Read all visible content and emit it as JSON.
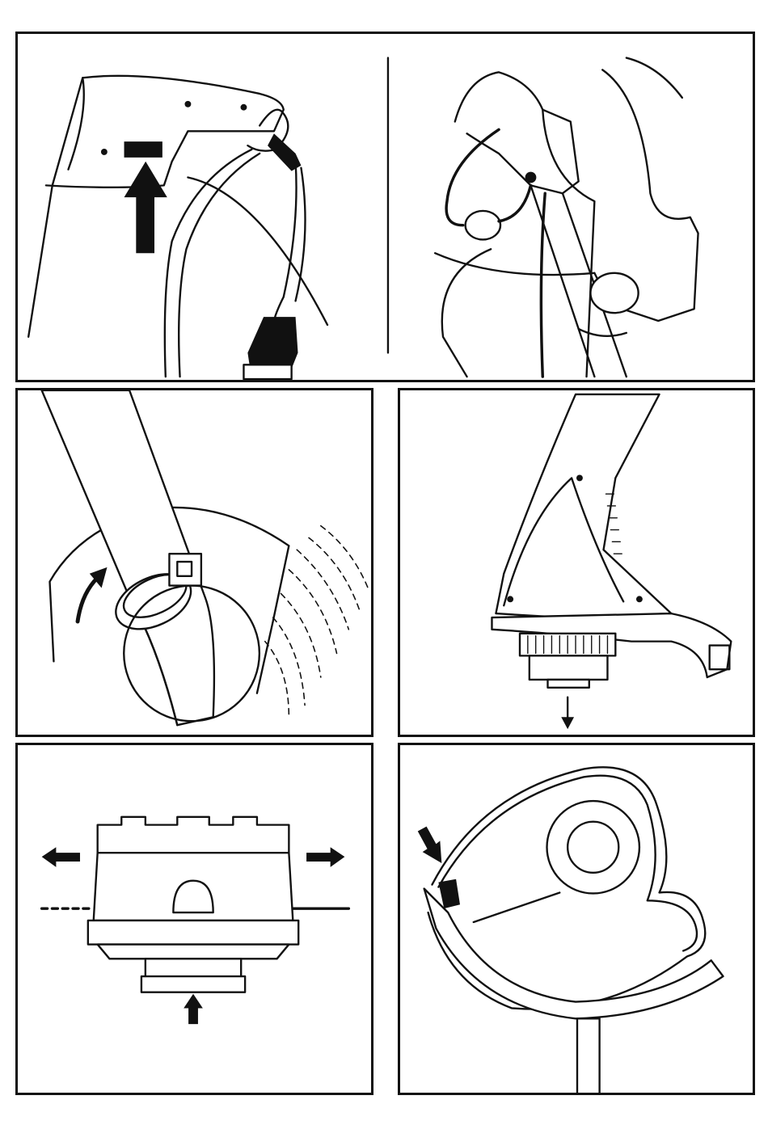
{
  "page": {
    "panels": [
      {
        "id": "top",
        "icon": "switch-handle-illustration"
      },
      {
        "id": "mid-left",
        "icon": "trimming-rotation-illustration"
      },
      {
        "id": "mid-right",
        "icon": "spool-removal-illustration"
      },
      {
        "id": "bottom-left",
        "icon": "spool-line-feed-illustration"
      },
      {
        "id": "bottom-right",
        "icon": "guard-attachment-illustration"
      }
    ]
  }
}
